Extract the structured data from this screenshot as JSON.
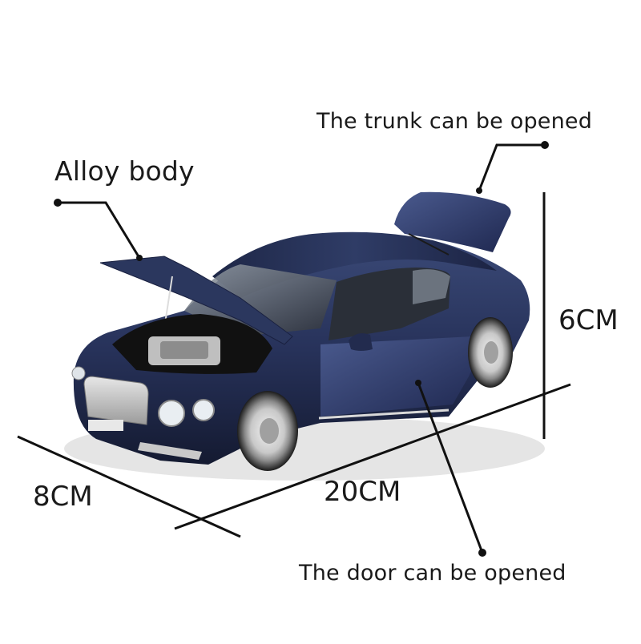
{
  "annotations": {
    "trunk": "The trunk can be opened",
    "alloy": "Alloy body",
    "door": "The door can be opened"
  },
  "dimensions": {
    "height": "6CM",
    "width": "8CM",
    "length": "20CM"
  },
  "colors": {
    "car_body": "#2a3559",
    "car_body_dark": "#151c33",
    "line": "#111111",
    "text": "#1a1a1a"
  }
}
